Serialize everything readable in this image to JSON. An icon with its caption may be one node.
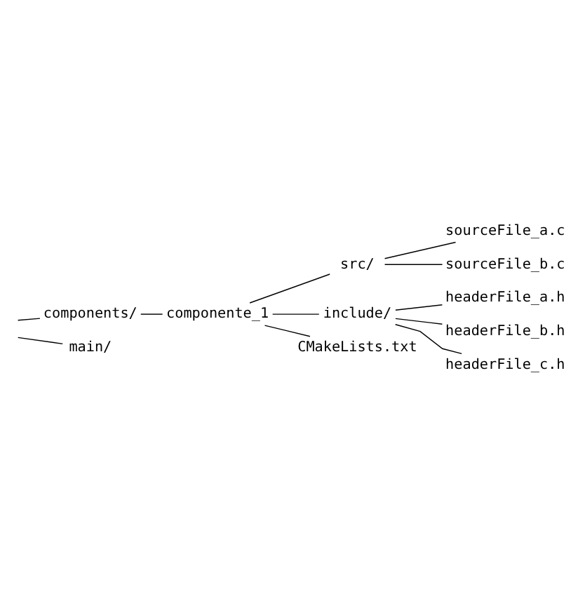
{
  "diagram": {
    "nodes": [
      {
        "text": [
          "components/"
        ]
      },
      {
        "text": [
          "componente_1"
        ]
      },
      {
        "text": [
          "src/"
        ]
      },
      {
        "text": [
          "sourceFile_a.c"
        ]
      },
      {
        "text": [
          "sourceFile_b.c"
        ]
      },
      {
        "text": [
          "include/"
        ]
      },
      {
        "text": [
          "headerFile_a.h"
        ]
      },
      {
        "text": [
          "headerFile_b.h"
        ]
      },
      {
        "text": [
          "headerFile_c.h"
        ]
      },
      {
        "text": [
          "CMakeLists.txt"
        ]
      },
      {
        "text": [
          "main/"
        ]
      }
    ],
    "edges": [
      {
        "from": null,
        "to": 0,
        "arrow": "none"
      },
      {
        "from": 0,
        "to": 1,
        "arrow": "none"
      },
      {
        "from": 1,
        "to": 2,
        "arrow": "none"
      },
      {
        "from": 2,
        "to": 3,
        "arrow": "none"
      },
      {
        "from": 2,
        "to": 4,
        "arrow": "none"
      },
      {
        "from": 1,
        "to": 5,
        "arrow": "none"
      },
      {
        "from": 5,
        "to": 6,
        "arrow": "none"
      },
      {
        "from": 5,
        "to": 7,
        "arrow": "none"
      },
      {
        "from": 5,
        "to": 8,
        "arrow": "none"
      },
      {
        "from": 1,
        "to": 9,
        "arrow": "none"
      },
      {
        "from": null,
        "to": 10,
        "arrow": "none"
      }
    ]
  }
}
